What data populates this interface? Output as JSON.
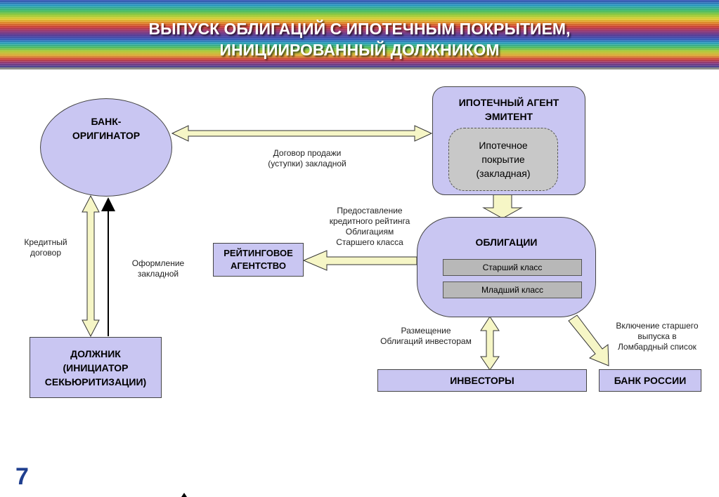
{
  "title": "ВЫПУСК ОБЛИГАЦИЙ С ИПОТЕЧНЫМ ПОКРЫТИЕМ,\nИНИЦИИРОВАННЫЙ ДОЛЖНИКОМ",
  "nodes": {
    "bank_originator": "БАНК-\nОРИГИНАТОР",
    "mortgage_agent": "ИПОТЕЧНЫЙ АГЕНТ\nЭМИТЕНТ",
    "mortgage_cover": "Ипотечное\nпокрытие\n(закладная)",
    "bonds": "ОБЛИГАЦИИ",
    "senior_class": "Старший класс",
    "junior_class": "Младший класс",
    "rating_agency": "РЕЙТИНГОВОЕ\nАГЕНТСТВО",
    "debtor": "ДОЛЖНИК\n(ИНИЦИАТОР\nСЕКЬЮРИТИЗАЦИИ)",
    "investors": "ИНВЕСТОРЫ",
    "bank_of_russia": "БАНК РОССИИ"
  },
  "labels": {
    "sale_agreement": "Договор продажи\n(уступки) закладной",
    "credit_contract": "Кредитный\nдоговор",
    "mortgage_registration": "Оформление\nзакладной",
    "credit_rating": "Предоставление\nкредитного рейтинга\nОблигациям\nСтаршего класса",
    "placement": "Размещение\nОблигаций инвесторам",
    "lombard": "Включение старшего\nвыпуска в\nЛомбардный список"
  },
  "slide_number": "7",
  "colors": {
    "node_fill": "#c9c6f2",
    "inner_fill": "#c8c8c8",
    "arrow_fill": "#f6f6c6"
  }
}
